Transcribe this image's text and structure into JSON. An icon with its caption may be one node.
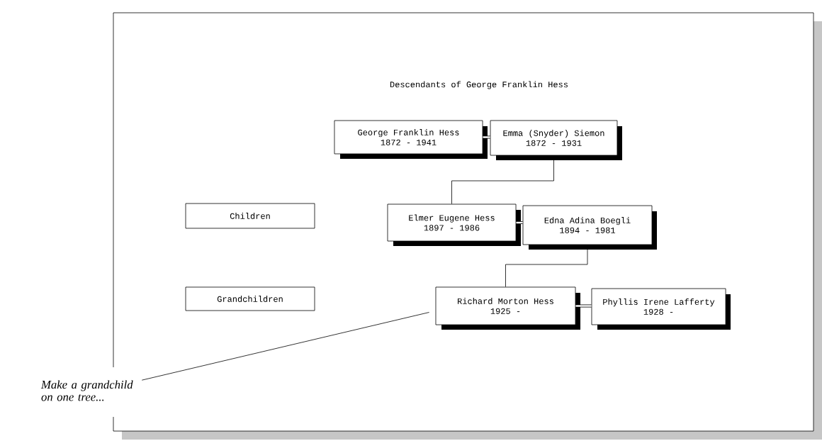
{
  "diagram": {
    "title": "Descendants of George Franklin Hess",
    "nodes": [
      {
        "text": [
          "George Franklin Hess",
          "1872 - 1941"
        ]
      },
      {
        "text": [
          "Emma (Snyder) Siemon",
          "1872 - 1931"
        ]
      },
      {
        "text": [
          "Children"
        ]
      },
      {
        "text": [
          "Elmer Eugene Hess",
          "1897 - 1986"
        ]
      },
      {
        "text": [
          "Edna Adina Boegli",
          "1894 - 1981"
        ]
      },
      {
        "text": [
          "Grandchildren"
        ]
      },
      {
        "text": [
          "Richard Morton Hess",
          "1925 -"
        ]
      },
      {
        "text": [
          "Phyllis Irene Lafferty",
          "1928 -"
        ]
      },
      {
        "text": [
          "Make a grandchild on one tree..."
        ]
      }
    ],
    "edges": [
      {
        "from": 0,
        "to": 1,
        "arrow": "none",
        "style": "thick"
      },
      {
        "from": 1,
        "to": 3,
        "arrow": "none"
      },
      {
        "from": 3,
        "to": 4,
        "arrow": "none",
        "style": "thick"
      },
      {
        "from": 4,
        "to": 6,
        "arrow": "none"
      },
      {
        "from": 6,
        "to": 7,
        "arrow": "none",
        "style": "thick"
      },
      {
        "from": 8,
        "to": 6,
        "arrow": "none"
      }
    ]
  }
}
